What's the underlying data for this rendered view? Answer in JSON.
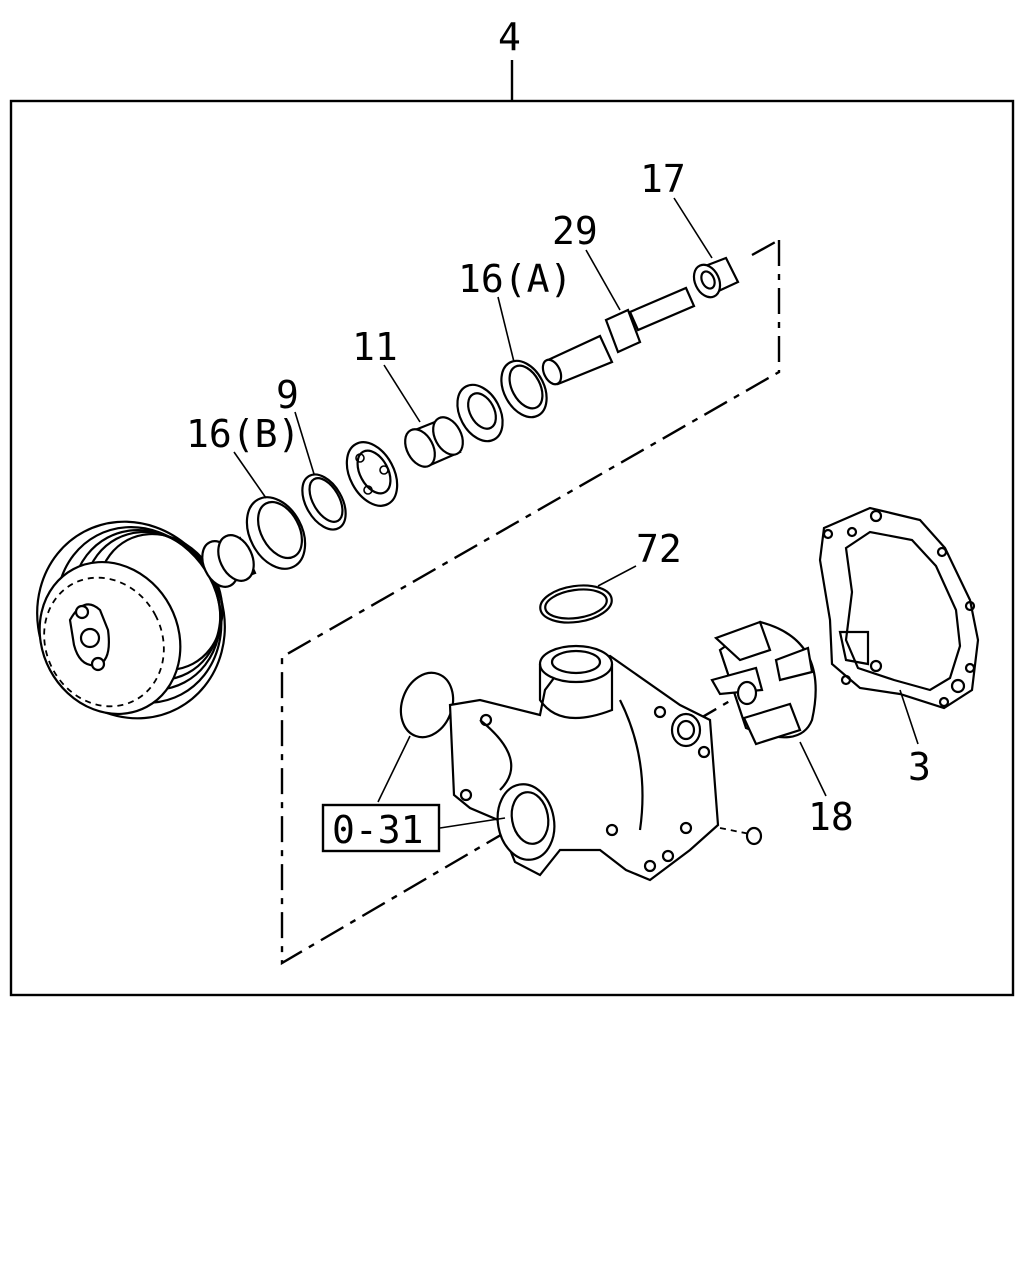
{
  "diagram": {
    "assembly_number": "4",
    "callouts": {
      "pulley_bearing_16b": "16(B)",
      "snap_ring_9": "9",
      "spacer_11": "11",
      "bearing_16a": "16(A)",
      "shaft_29": "29",
      "seal_17": "17",
      "o_ring_72": "72",
      "housing_ref": "0-31",
      "impeller_18": "18",
      "gasket_3": "3"
    }
  }
}
